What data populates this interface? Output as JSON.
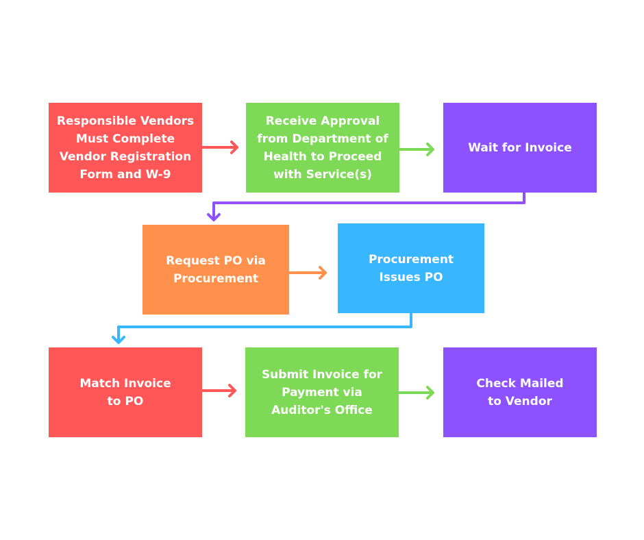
{
  "colors": {
    "red": "#ff5757",
    "green": "#7ed957",
    "purple": "#8c52ff",
    "orange": "#ff914d",
    "blue": "#38b6ff"
  },
  "steps": [
    {
      "id": "step-1",
      "label": "Responsible Vendors\nMust Complete\nVendor Registration\nForm and W-9",
      "color": "red"
    },
    {
      "id": "step-2",
      "label": "Receive Approval\nfrom Department of\nHealth to Proceed\nwith Service(s)",
      "color": "green"
    },
    {
      "id": "step-3",
      "label": "Wait for Invoice",
      "color": "purple"
    },
    {
      "id": "step-4",
      "label": "Request PO via\nProcurement",
      "color": "orange"
    },
    {
      "id": "step-5",
      "label": "Procurement\nIssues PO",
      "color": "blue"
    },
    {
      "id": "step-6",
      "label": "Match Invoice\nto PO",
      "color": "red"
    },
    {
      "id": "step-7",
      "label": "Submit Invoice for\nPayment via\nAuditor's Office",
      "color": "green"
    },
    {
      "id": "step-8",
      "label": "Check Mailed\nto Vendor",
      "color": "purple"
    }
  ],
  "connections": [
    {
      "from": "step-1",
      "to": "step-2",
      "color": "red"
    },
    {
      "from": "step-2",
      "to": "step-3",
      "color": "green"
    },
    {
      "from": "step-3",
      "to": "step-4",
      "color": "purple"
    },
    {
      "from": "step-4",
      "to": "step-5",
      "color": "orange"
    },
    {
      "from": "step-5",
      "to": "step-6",
      "color": "blue"
    },
    {
      "from": "step-6",
      "to": "step-7",
      "color": "red"
    },
    {
      "from": "step-7",
      "to": "step-8",
      "color": "green"
    }
  ]
}
